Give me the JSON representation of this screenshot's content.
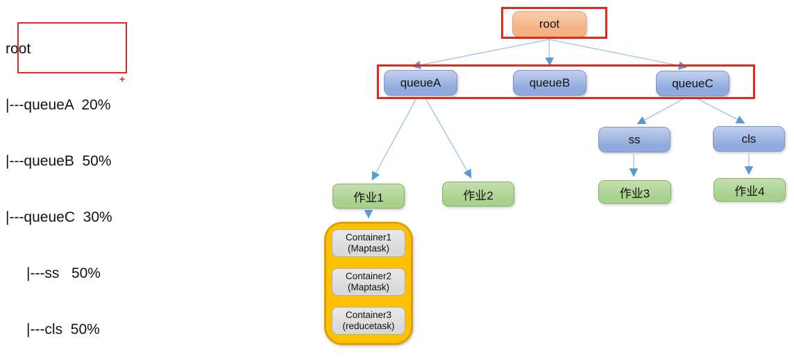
{
  "colors": {
    "root_fill": "#f4b183",
    "root_border": "#eda065",
    "queue_fill": "#8faadc",
    "queue_border": "#8094ca",
    "job_fill": "#a9d18e",
    "job_border": "#85b066",
    "group_fill": "#ffc000",
    "group_border": "#dda000",
    "container_fill": "#d9d9d9",
    "container_border": "#adadad",
    "edge_line": "#a6c4e6",
    "edge_arrow": "#5b9bd5",
    "highlight": "#e5261d",
    "text": "#111111"
  },
  "left_panel": {
    "lines": [
      "root",
      "|---queueA  20%",
      "|---queueB  50%",
      "|---queueC  30%",
      "|---ss   50%",
      "|---cls  50%"
    ],
    "plus_marker": "+"
  },
  "tree": {
    "root": "root",
    "queues": [
      "queueA",
      "queueB",
      "queueC"
    ],
    "subqueues": [
      "ss",
      "cls"
    ],
    "jobs": [
      "作业1",
      "作业2",
      "作业3",
      "作业4"
    ],
    "containers": [
      {
        "name": "Container1",
        "task": "(Maptask)"
      },
      {
        "name": "Container2",
        "task": "(Maptask)"
      },
      {
        "name": "Container3",
        "task": "(reducetask)"
      }
    ]
  }
}
